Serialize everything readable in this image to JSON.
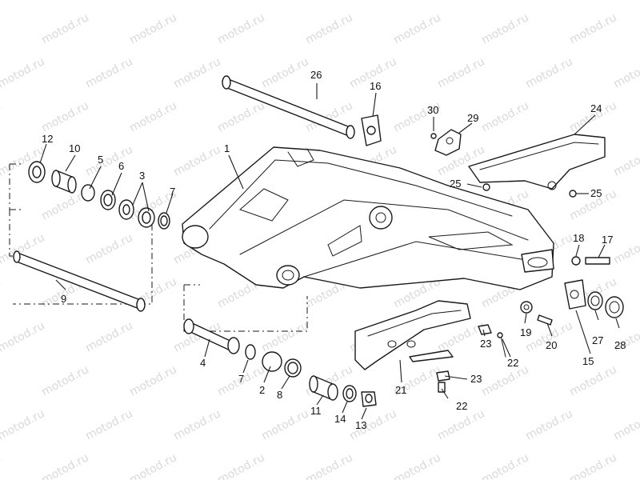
{
  "watermark": {
    "text": "motod.ru",
    "color": "#c9c9c9"
  },
  "colors": {
    "line": "#1a1a1a",
    "background": "#ffffff"
  },
  "callouts": [
    {
      "id": "1",
      "label": "1"
    },
    {
      "id": "2",
      "label": "2"
    },
    {
      "id": "3",
      "label": "3"
    },
    {
      "id": "4",
      "label": "4"
    },
    {
      "id": "5",
      "label": "5"
    },
    {
      "id": "6",
      "label": "6"
    },
    {
      "id": "7a",
      "label": "7"
    },
    {
      "id": "7b",
      "label": "7"
    },
    {
      "id": "8",
      "label": "8"
    },
    {
      "id": "9",
      "label": "9"
    },
    {
      "id": "10",
      "label": "10"
    },
    {
      "id": "11",
      "label": "11"
    },
    {
      "id": "12",
      "label": "12"
    },
    {
      "id": "13",
      "label": "13"
    },
    {
      "id": "14",
      "label": "14"
    },
    {
      "id": "15",
      "label": "15"
    },
    {
      "id": "16",
      "label": "16"
    },
    {
      "id": "17",
      "label": "17"
    },
    {
      "id": "18",
      "label": "18"
    },
    {
      "id": "19",
      "label": "19"
    },
    {
      "id": "20",
      "label": "20"
    },
    {
      "id": "21",
      "label": "21"
    },
    {
      "id": "22a",
      "label": "22"
    },
    {
      "id": "22b",
      "label": "22"
    },
    {
      "id": "23a",
      "label": "23"
    },
    {
      "id": "23b",
      "label": "23"
    },
    {
      "id": "24",
      "label": "24"
    },
    {
      "id": "25a",
      "label": "25"
    },
    {
      "id": "25b",
      "label": "25"
    },
    {
      "id": "26",
      "label": "26"
    },
    {
      "id": "27",
      "label": "27"
    },
    {
      "id": "28",
      "label": "28"
    },
    {
      "id": "29",
      "label": "29"
    },
    {
      "id": "30",
      "label": "30"
    }
  ]
}
